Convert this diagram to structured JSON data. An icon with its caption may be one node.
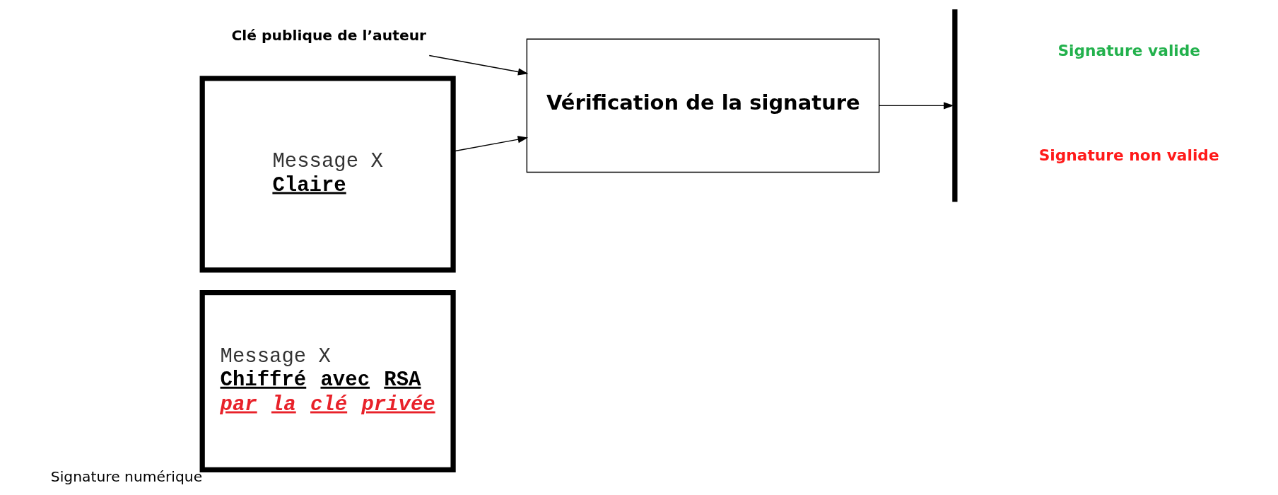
{
  "diagram": {
    "nodes": [
      {
        "text": [
          "Message X",
          "Claire"
        ]
      },
      {
        "text": [
          "Message X",
          "Chiffré avec RSA",
          "par la clé privée"
        ],
        "beside": [
          "Signature numérique"
        ]
      },
      {
        "text": [
          "Clé publique de l’auteur"
        ]
      },
      {
        "text": [
          "Vérification de la signature"
        ]
      },
      {
        "text": [],
        "shape": "bracket"
      }
    ],
    "edges": [
      {
        "from": 0,
        "to": 3,
        "arrow": "to"
      },
      {
        "from": 2,
        "to": 3,
        "arrow": "to"
      },
      {
        "from": 3,
        "to": 4,
        "arrow": "to"
      }
    ],
    "labels": [
      "Signature valide",
      "Signature non valide"
    ]
  }
}
